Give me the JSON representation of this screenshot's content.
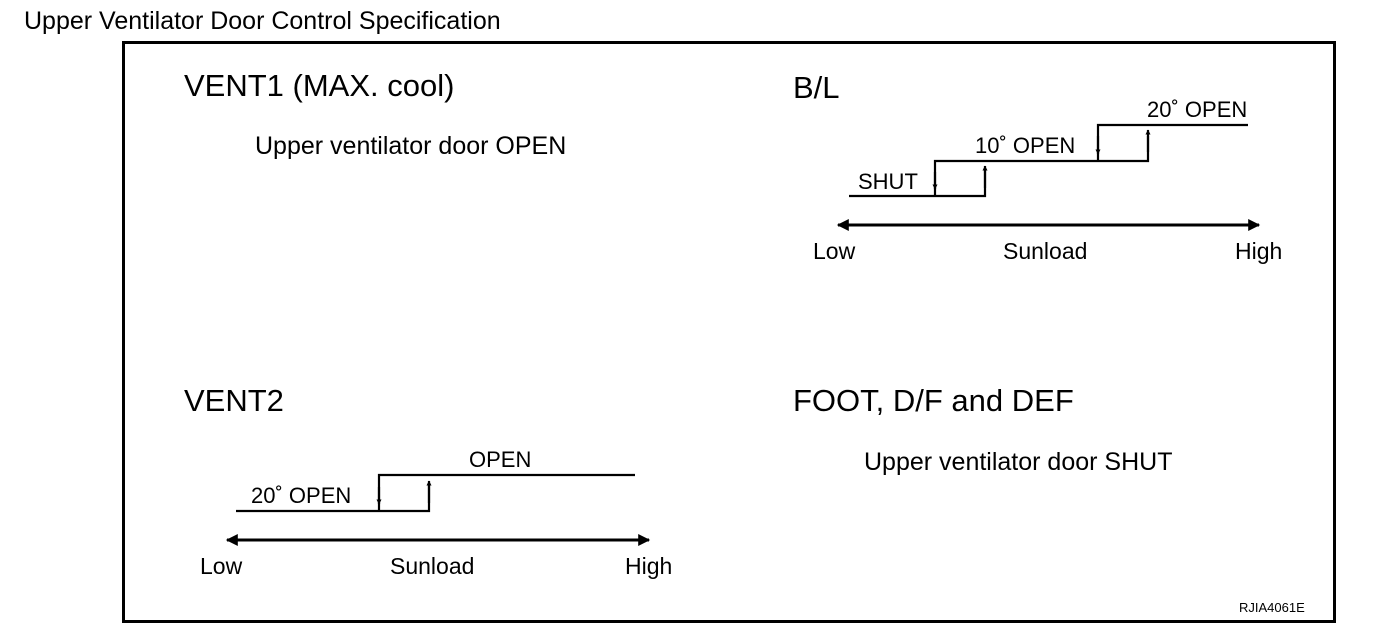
{
  "title": "Upper Ventilator Door Control Specification",
  "panels": {
    "vent1": {
      "heading": "VENT1 (MAX. cool)",
      "description": "Upper ventilator door OPEN"
    },
    "bl": {
      "heading": "B/L",
      "levels": [
        "SHUT",
        "10˚ OPEN",
        "20˚ OPEN"
      ],
      "axis": {
        "low": "Low",
        "label": "Sunload",
        "high": "High"
      }
    },
    "vent2": {
      "heading": "VENT2",
      "levels": [
        "20˚ OPEN",
        "OPEN"
      ],
      "axis": {
        "low": "Low",
        "label": "Sunload",
        "high": "High"
      }
    },
    "foot": {
      "heading": "FOOT, D/F and DEF",
      "description": "Upper ventilator door SHUT"
    }
  },
  "reference_code": "RJIA4061E"
}
